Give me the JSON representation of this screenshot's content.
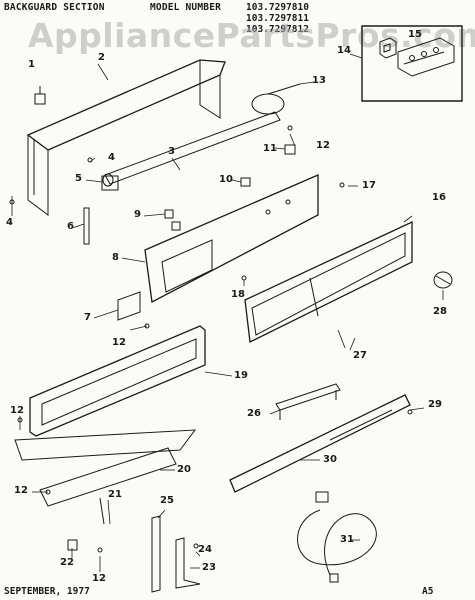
{
  "header": {
    "section": "BACKGUARD SECTION",
    "model_label": "MODEL NUMBER",
    "models": [
      "103.7297810",
      "103.7297811",
      "103.7297812"
    ]
  },
  "watermark": "AppliancePartsPros.com",
  "footer": {
    "date": "SEPTEMBER, 1977",
    "page": "A5"
  },
  "callouts": {
    "c1": "1",
    "c2": "2",
    "c3": "3",
    "c4a": "4",
    "c4b": "4",
    "c5": "5",
    "c6": "6",
    "c7": "7",
    "c8": "8",
    "c9": "9",
    "c10": "10",
    "c11": "11",
    "c12a": "12",
    "c12b": "12",
    "c12c": "12",
    "c12d": "12",
    "c12e": "12",
    "c13": "13",
    "c14": "14",
    "c15": "15",
    "c16": "16",
    "c17": "17",
    "c18": "18",
    "c19": "19",
    "c20": "20",
    "c21": "21",
    "c22": "22",
    "c23": "23",
    "c24": "24",
    "c25": "25",
    "c26": "26",
    "c27": "27",
    "c28": "28",
    "c29": "29",
    "c30": "30",
    "c31": "31"
  },
  "colors": {
    "ink": "#1a1a1a",
    "paper": "#fbfbf8",
    "watermark": "#aaaaaa"
  }
}
